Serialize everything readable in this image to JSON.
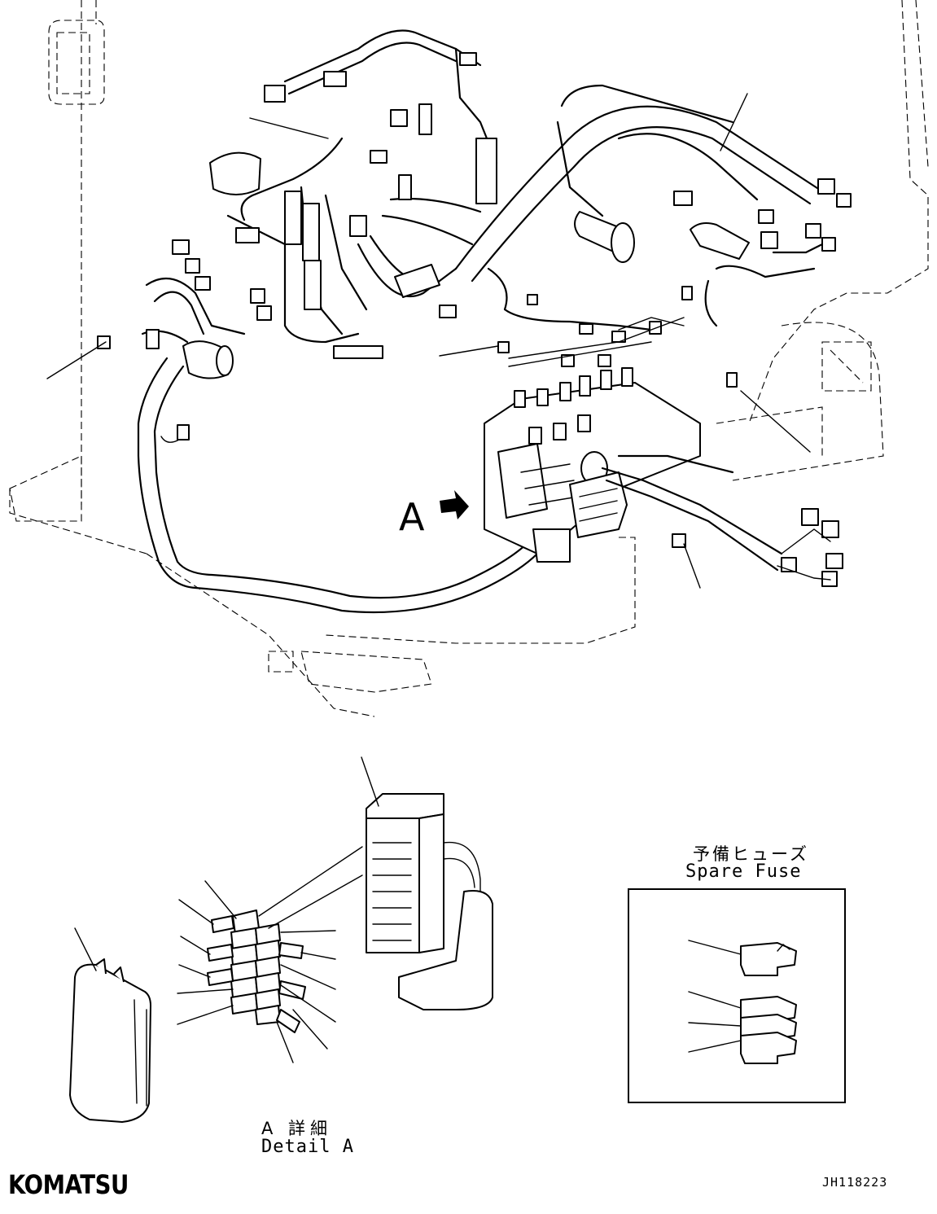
{
  "view_marker": {
    "label": "A"
  },
  "detail_view": {
    "title_jp": "A 詳細",
    "title_en": "Detail A"
  },
  "spare_fuse": {
    "title_jp": "予備ヒューズ",
    "title_en": "Spare Fuse"
  },
  "footer": {
    "brand": "KOMATSU",
    "drawing_number": "JH118223"
  }
}
